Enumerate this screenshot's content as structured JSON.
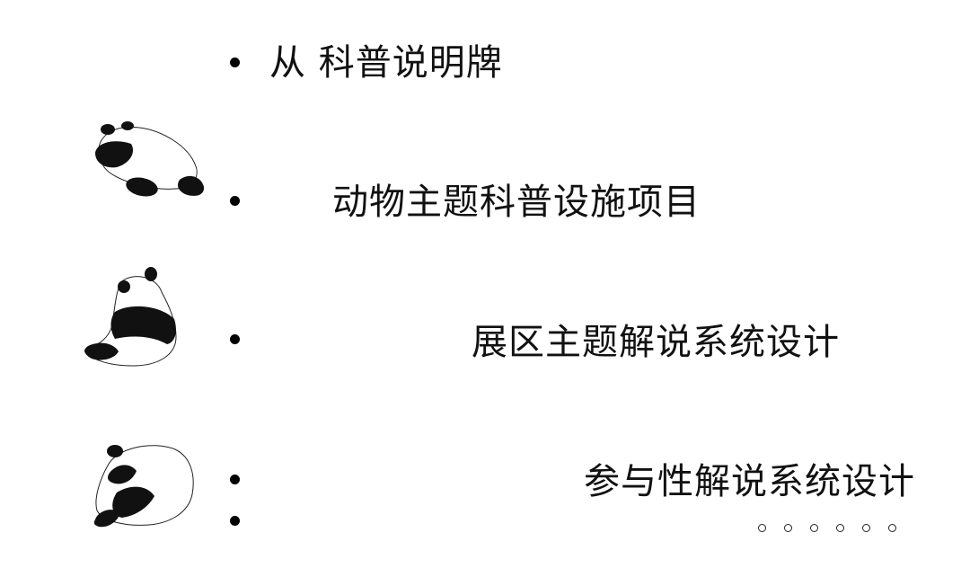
{
  "items": [
    {
      "text": "从 科普说明牌"
    },
    {
      "text": "动物主题科普设施项目"
    },
    {
      "text": "展区主题解说系统设计"
    },
    {
      "text": "参与性解说系统设计"
    }
  ],
  "icons": {
    "decoration": "panda-icon",
    "pagination": "circle-dots-icon"
  },
  "colors": {
    "text": "#111111",
    "bullet": "#000000",
    "background": "#ffffff"
  },
  "pagination_dots": 6
}
